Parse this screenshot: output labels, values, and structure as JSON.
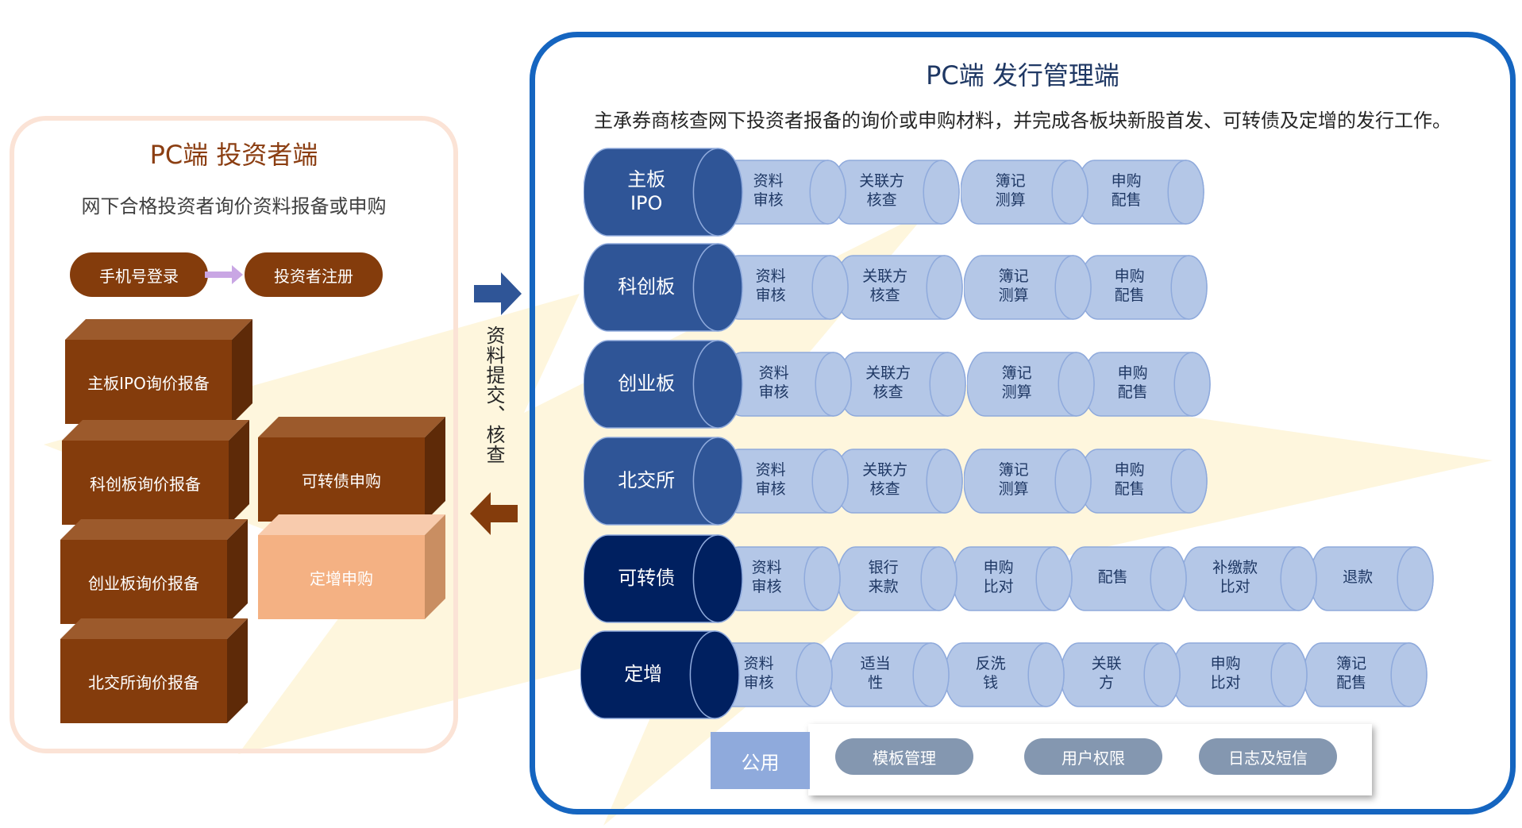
{
  "investor": {
    "title": "PC端 投资者端",
    "subtitle": "网下合格投资者询价资料报备或申购",
    "login": "手机号登录",
    "register": "投资者注册",
    "boxes": [
      "主板IPO询价报备",
      "科创板询价报备",
      "可转债申购",
      "创业板询价报备",
      "定增申购",
      "北交所询价报备"
    ]
  },
  "middle": {
    "vertical_text": "资料提交、核查"
  },
  "issuer": {
    "title": "PC端 发行管理端",
    "subtitle": "主承券商核查网下投资者报备的询价或申购材料，并完成各板块新股首发、可转债及定增的发行工作。",
    "rows": [
      {
        "head": "主板\nIPO",
        "steps": [
          "资料\n审核",
          "关联方\n核查",
          "簿记\n测算",
          "申购\n配售"
        ]
      },
      {
        "head": "科创板",
        "steps": [
          "资料\n审核",
          "关联方\n核查",
          "簿记\n测算",
          "申购\n配售"
        ]
      },
      {
        "head": "创业板",
        "steps": [
          "资料\n审核",
          "关联方\n核查",
          "簿记\n测算",
          "申购\n配售"
        ]
      },
      {
        "head": "北交所",
        "steps": [
          "资料\n审核",
          "关联方\n核查",
          "簿记\n测算",
          "申购\n配售"
        ]
      },
      {
        "head": "可转债",
        "steps": [
          "资料\n审核",
          "银行\n来款",
          "申购\n比对",
          "配售",
          "补缴款\n比对",
          "退款"
        ]
      },
      {
        "head": "定增",
        "steps": [
          "资料\n审核",
          "适当\n性",
          "反洗\n钱",
          "关联\n方",
          "申购\n比对",
          "簿记\n配售"
        ]
      }
    ],
    "common": {
      "label": "公用",
      "items": [
        "模板管理",
        "用户权限",
        "日志及短信"
      ]
    }
  },
  "colors": {
    "brown": "#843c0c",
    "peach": "#f4b183",
    "head_blue": "#2f5597",
    "head_navy": "#002060",
    "step_blue": "#b4c7e7",
    "panel_blue": "#1565c0",
    "gray_pill": "#8497b0"
  }
}
